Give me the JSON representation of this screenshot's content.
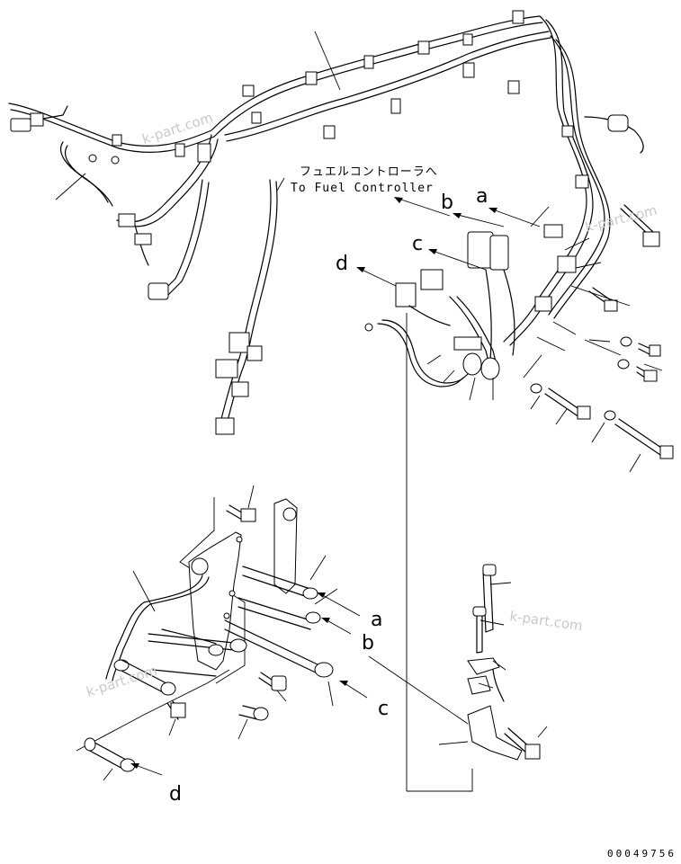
{
  "annotations": {
    "dest_jp": "フュエルコントローラへ",
    "dest_en": "To Fuel Controller"
  },
  "view_letters": {
    "upper": {
      "b": "b",
      "a": "a",
      "c": "c",
      "d": "d"
    },
    "lower": {
      "a": "a",
      "b": "b",
      "c": "c",
      "d": "d"
    }
  },
  "watermarks": [
    "k-part.com",
    "k-part.com",
    "k-part.com",
    "k-part.com"
  ],
  "drawing_number": "00049756"
}
